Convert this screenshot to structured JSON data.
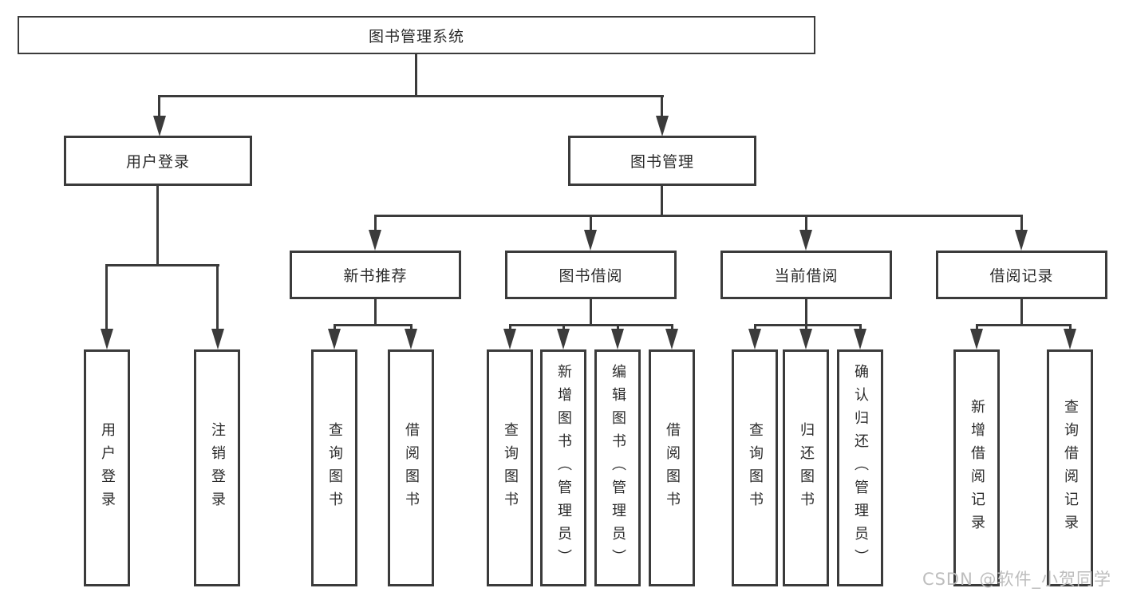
{
  "tree": {
    "root": "图书管理系统",
    "branches": [
      {
        "label": "用户登录",
        "leaves": [
          "用户登录",
          "注销登录"
        ]
      },
      {
        "label": "图书管理",
        "sections": [
          {
            "label": "新书推荐",
            "leaves": [
              "查询图书",
              "借阅图书"
            ]
          },
          {
            "label": "图书借阅",
            "leaves": [
              "查询图书",
              "新增图书（管理员）",
              "编辑图书（管理员）",
              "借阅图书"
            ]
          },
          {
            "label": "当前借阅",
            "leaves": [
              "查询图书",
              "归还图书",
              "确认归还（管理员）"
            ]
          },
          {
            "label": "借阅记录",
            "leaves": [
              "新增借阅记录",
              "查询借阅记录"
            ]
          }
        ]
      }
    ]
  },
  "watermark": {
    "text": "CSDN @软件_小贺同学"
  },
  "colors": {
    "line": "#3b3b3b",
    "text": "#2b2b2b",
    "watermark": "#bdbdbd",
    "bg": "#ffffff"
  }
}
